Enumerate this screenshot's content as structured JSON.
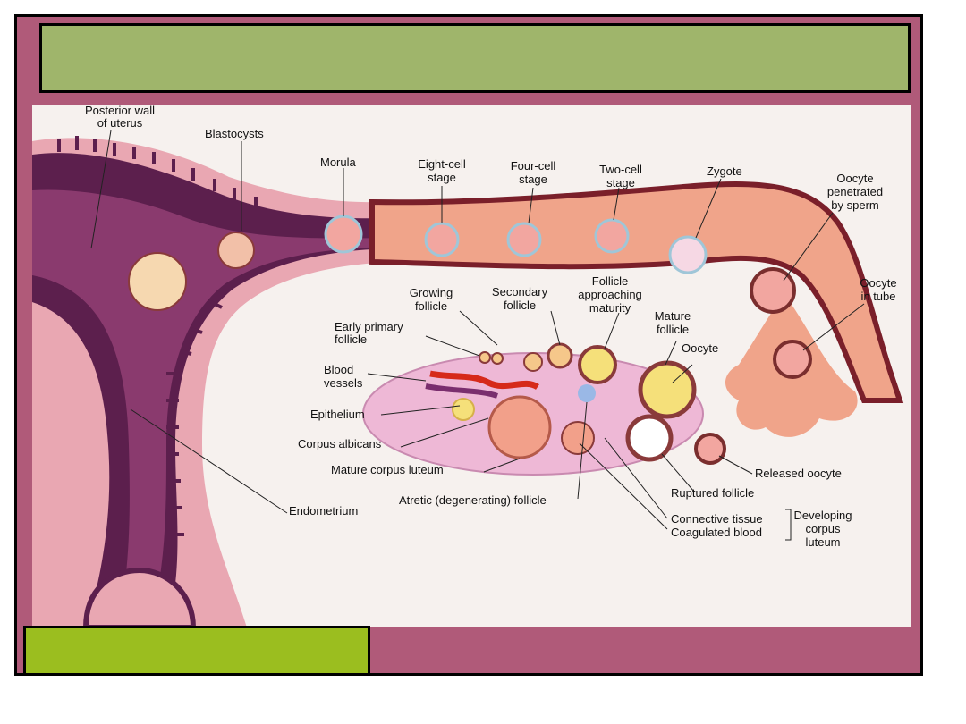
{
  "slide": {
    "title_text": "",
    "caption_text": ""
  },
  "colors": {
    "frame": "#b05a79",
    "title_bar": "#9fb56b",
    "caption_bar": "#9bbe1f",
    "uterus_wall": "#5c1f4d",
    "tube": "#f0a48a",
    "ovary": "#eeb8d6"
  },
  "labels": {
    "posterior_wall": [
      "Posterior wall",
      "of uterus"
    ],
    "blastocysts": "Blastocysts",
    "morula": "Morula",
    "eight_cell": [
      "Eight-cell",
      "stage"
    ],
    "four_cell": [
      "Four-cell",
      "stage"
    ],
    "two_cell": [
      "Two-cell",
      "stage"
    ],
    "zygote": "Zygote",
    "oocyte_penetrated": [
      "Oocyte",
      "penetrated",
      "by sperm"
    ],
    "oocyte_in_tube": [
      "Oocyte",
      "in tube"
    ],
    "growing_follicle": [
      "Growing",
      "follicle"
    ],
    "secondary_follicle": [
      "Secondary",
      "follicle"
    ],
    "follicle_approaching": [
      "Follicle",
      "approaching",
      "maturity"
    ],
    "mature_follicle": [
      "Mature",
      "follicle"
    ],
    "oocyte": "Oocyte",
    "early_primary": [
      "Early primary",
      "follicle"
    ],
    "blood_vessels": [
      "Blood",
      "vessels"
    ],
    "epithelium": "Epithelium",
    "corpus_albicans": "Corpus albicans",
    "mature_corpus_luteum": "Mature corpus luteum",
    "atretic": "Atretic (degenerating) follicle",
    "endometrium": "Endometrium",
    "released_oocyte": "Released oocyte",
    "ruptured_follicle": "Ruptured follicle",
    "connective_tissue": "Connective tissue",
    "coagulated_blood": "Coagulated blood",
    "developing_corpus_luteum": [
      "Developing",
      "corpus",
      "luteum"
    ]
  }
}
